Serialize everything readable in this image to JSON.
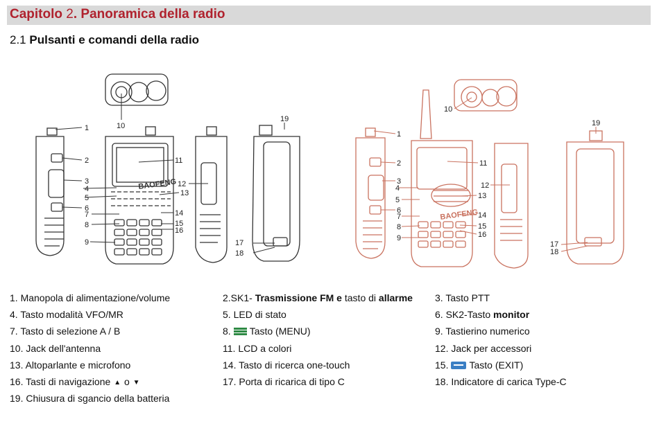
{
  "header": {
    "chapter_word": "Capitolo",
    "chapter_number": "2",
    "chapter_title": "Panoramica della radio",
    "section_number": "2.1",
    "section_title": "Pulsanti e comandi della radio"
  },
  "figure": {
    "left_device_brand": "BAOFENG",
    "right_device_brand": "BAOFENG",
    "left_callouts": [
      "1",
      "2",
      "3",
      "4",
      "5",
      "6",
      "7",
      "8",
      "9",
      "10",
      "11",
      "12",
      "13",
      "14",
      "15",
      "16",
      "17",
      "18",
      "19"
    ],
    "right_callouts": [
      "1",
      "2",
      "3",
      "4",
      "5",
      "6",
      "7",
      "8",
      "9",
      "10",
      "11",
      "12",
      "13",
      "14",
      "15",
      "16",
      "17",
      "18",
      "19"
    ],
    "colors": {
      "left_lines": "#333333",
      "right_lines": "#c9725f",
      "title": "#b0222e",
      "menu_key": "#2e8a44",
      "exit_key": "#3b7fc4"
    }
  },
  "legend": {
    "i1": "1. Manopola di alimentazione/volume",
    "i2_prefix": "2.SK1- ",
    "i2_bold1": "Trasmissione FM e",
    "i2_mid": " tasto di ",
    "i2_bold2": "allarme",
    "i3": "3. Tasto PTT",
    "i4": "4. Tasto modalità VFO/MR",
    "i5": "5. LED di stato",
    "i6_prefix": "6. SK2-Tasto ",
    "i6_bold": "monitor",
    "i7": "7. Tasto di selezione A / B",
    "i8_prefix": "8.",
    "i8_suffix": "Tasto (MENU)",
    "i9": "9. Tastierino numerico",
    "i10": "10. Jack dell'antenna",
    "i11": "11. LCD a colori",
    "i12": "12. Jack per accessori",
    "i13": "13. Altoparlante e microfono",
    "i14": "14. Tasto di ricerca one-touch",
    "i15_prefix": "15.",
    "i15_suffix": "Tasto (EXIT)",
    "i16_prefix": "16. Tasti di navigazione",
    "i16_o": "o",
    "i17": "17. Porta di ricarica di tipo C",
    "i18": "18. Indicatore di carica Type-C",
    "i19": "19. Chiusura di sgancio della batteria",
    "icons": {
      "up": "triangle-up-icon",
      "down": "triangle-down-icon",
      "menu": "menu-key-icon",
      "exit": "exit-key-icon"
    }
  }
}
